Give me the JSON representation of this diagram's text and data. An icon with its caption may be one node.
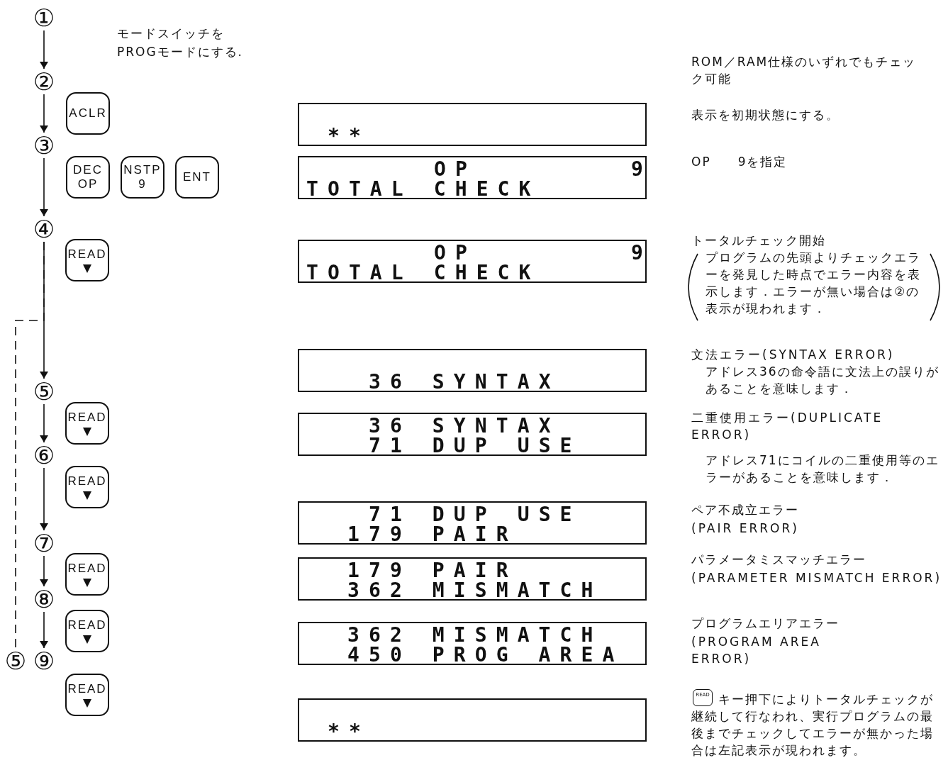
{
  "diagram": {
    "nodes": [
      {
        "text": [
          "①"
        ]
      },
      {
        "text": [
          "②"
        ]
      },
      {
        "text": [
          "③"
        ]
      },
      {
        "text": [
          "④"
        ]
      },
      {
        "text": [
          "⑤"
        ]
      },
      {
        "text": [
          "⑥"
        ]
      },
      {
        "text": [
          "⑦"
        ]
      },
      {
        "text": [
          "⑧"
        ]
      },
      {
        "text": [
          "⑨"
        ]
      },
      {
        "text": [
          "⑤"
        ]
      },
      {
        "text": [
          "ACLR"
        ]
      },
      {
        "text": [
          "DEC",
          "OP"
        ]
      },
      {
        "text": [
          "NSTP",
          "9"
        ]
      },
      {
        "text": [
          "ENT"
        ]
      },
      {
        "text": [
          "READ"
        ]
      },
      {
        "text": [
          "READ"
        ]
      },
      {
        "text": [
          "READ"
        ]
      },
      {
        "text": [
          "READ"
        ]
      },
      {
        "text": [
          "READ"
        ]
      },
      {
        "text": [
          "READ"
        ]
      },
      {
        "text": [
          "**"
        ]
      },
      {
        "text": [
          "OP",
          "9",
          "TOTAL CHECK"
        ]
      },
      {
        "text": [
          "OP",
          "9",
          "TOTAL CHECK"
        ]
      },
      {
        "text": [
          "36 SYNTAX"
        ]
      },
      {
        "text": [
          "36 SYNTAX",
          "71 DUP USE"
        ]
      },
      {
        "text": [
          "71 DUP USE",
          "179 PAIR"
        ]
      },
      {
        "text": [
          "179 PAIR",
          "362 MISMATCH"
        ]
      },
      {
        "text": [
          "362 MISMATCH",
          "450 PROG AREA"
        ]
      },
      {
        "text": [
          "**"
        ]
      }
    ],
    "edges": [
      {
        "from": 0,
        "to": 1,
        "arrow": "to"
      },
      {
        "from": 1,
        "to": 2,
        "arrow": "to"
      },
      {
        "from": 2,
        "to": 3,
        "arrow": "to"
      },
      {
        "from": 3,
        "to": 4,
        "arrow": "to"
      },
      {
        "from": 4,
        "to": 5,
        "arrow": "to"
      },
      {
        "from": 5,
        "to": 6,
        "arrow": "to"
      },
      {
        "from": 6,
        "to": 7,
        "arrow": "to"
      },
      {
        "from": 7,
        "to": 8,
        "arrow": "to"
      },
      {
        "from": 3,
        "to": 9,
        "arrow": "none",
        "style": "dashed"
      }
    ],
    "labels": [
      "モードスイッチをPROGモードにする.",
      "ROM／RAM仕様のいずれでもチェック可能",
      "表示を初期状態にする。",
      "OP　　9を指定",
      "トータルチェック開始",
      "プログラムの先頭よりチェックエラーを発見した時点でエラー内容を表示します．エラーが無い場合は②の表示が現われます．",
      "文法エラー(SYNTAX ERROR)",
      "アドレス36の命令語に文法上の誤りがあることを意味します．",
      "二重使用エラー(DUPLICATE ERROR)",
      "アドレス71にコイルの二重使用等のエラーがあることを意味します．",
      "ペア不成立エラー",
      "(PAIR ERROR)",
      "パラメータミスマッチエラー",
      "(PARAMETER MISMATCH ERROR)",
      "プログラムエリアエラー",
      "(PROGRAM AREA ERROR)",
      "READ",
      "キー押下によりトータルチェックが継続して行なわれ、実行プログラムの最後までチェックしてエラーが無かった場合は左記表示が現われます。"
    ]
  }
}
